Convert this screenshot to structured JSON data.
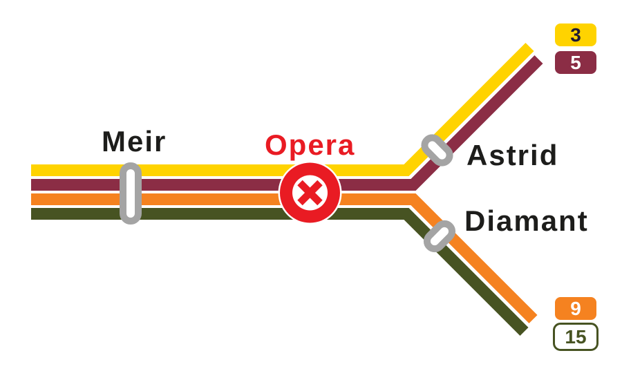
{
  "colors": {
    "line_yellow": "#FFD300",
    "line_maroon": "#8B2D45",
    "line_orange": "#F58220",
    "line_green": "#475322",
    "station_gray": "#A4A4A4",
    "disruption_red": "#E91B23",
    "label_black": "#1D1D1B",
    "badge_3_text": "#1D1936",
    "white": "#FFFFFF"
  },
  "stations": {
    "meir": {
      "label": "Meir",
      "status": "open"
    },
    "opera": {
      "label": "Opera",
      "status": "closed"
    },
    "astrid": {
      "label": "Astrid",
      "status": "open"
    },
    "diamant": {
      "label": "Diamant",
      "status": "open"
    }
  },
  "badges": {
    "line3": {
      "label": "3"
    },
    "line5": {
      "label": "5"
    },
    "line9": {
      "label": "9"
    },
    "line15": {
      "label": "15"
    }
  }
}
